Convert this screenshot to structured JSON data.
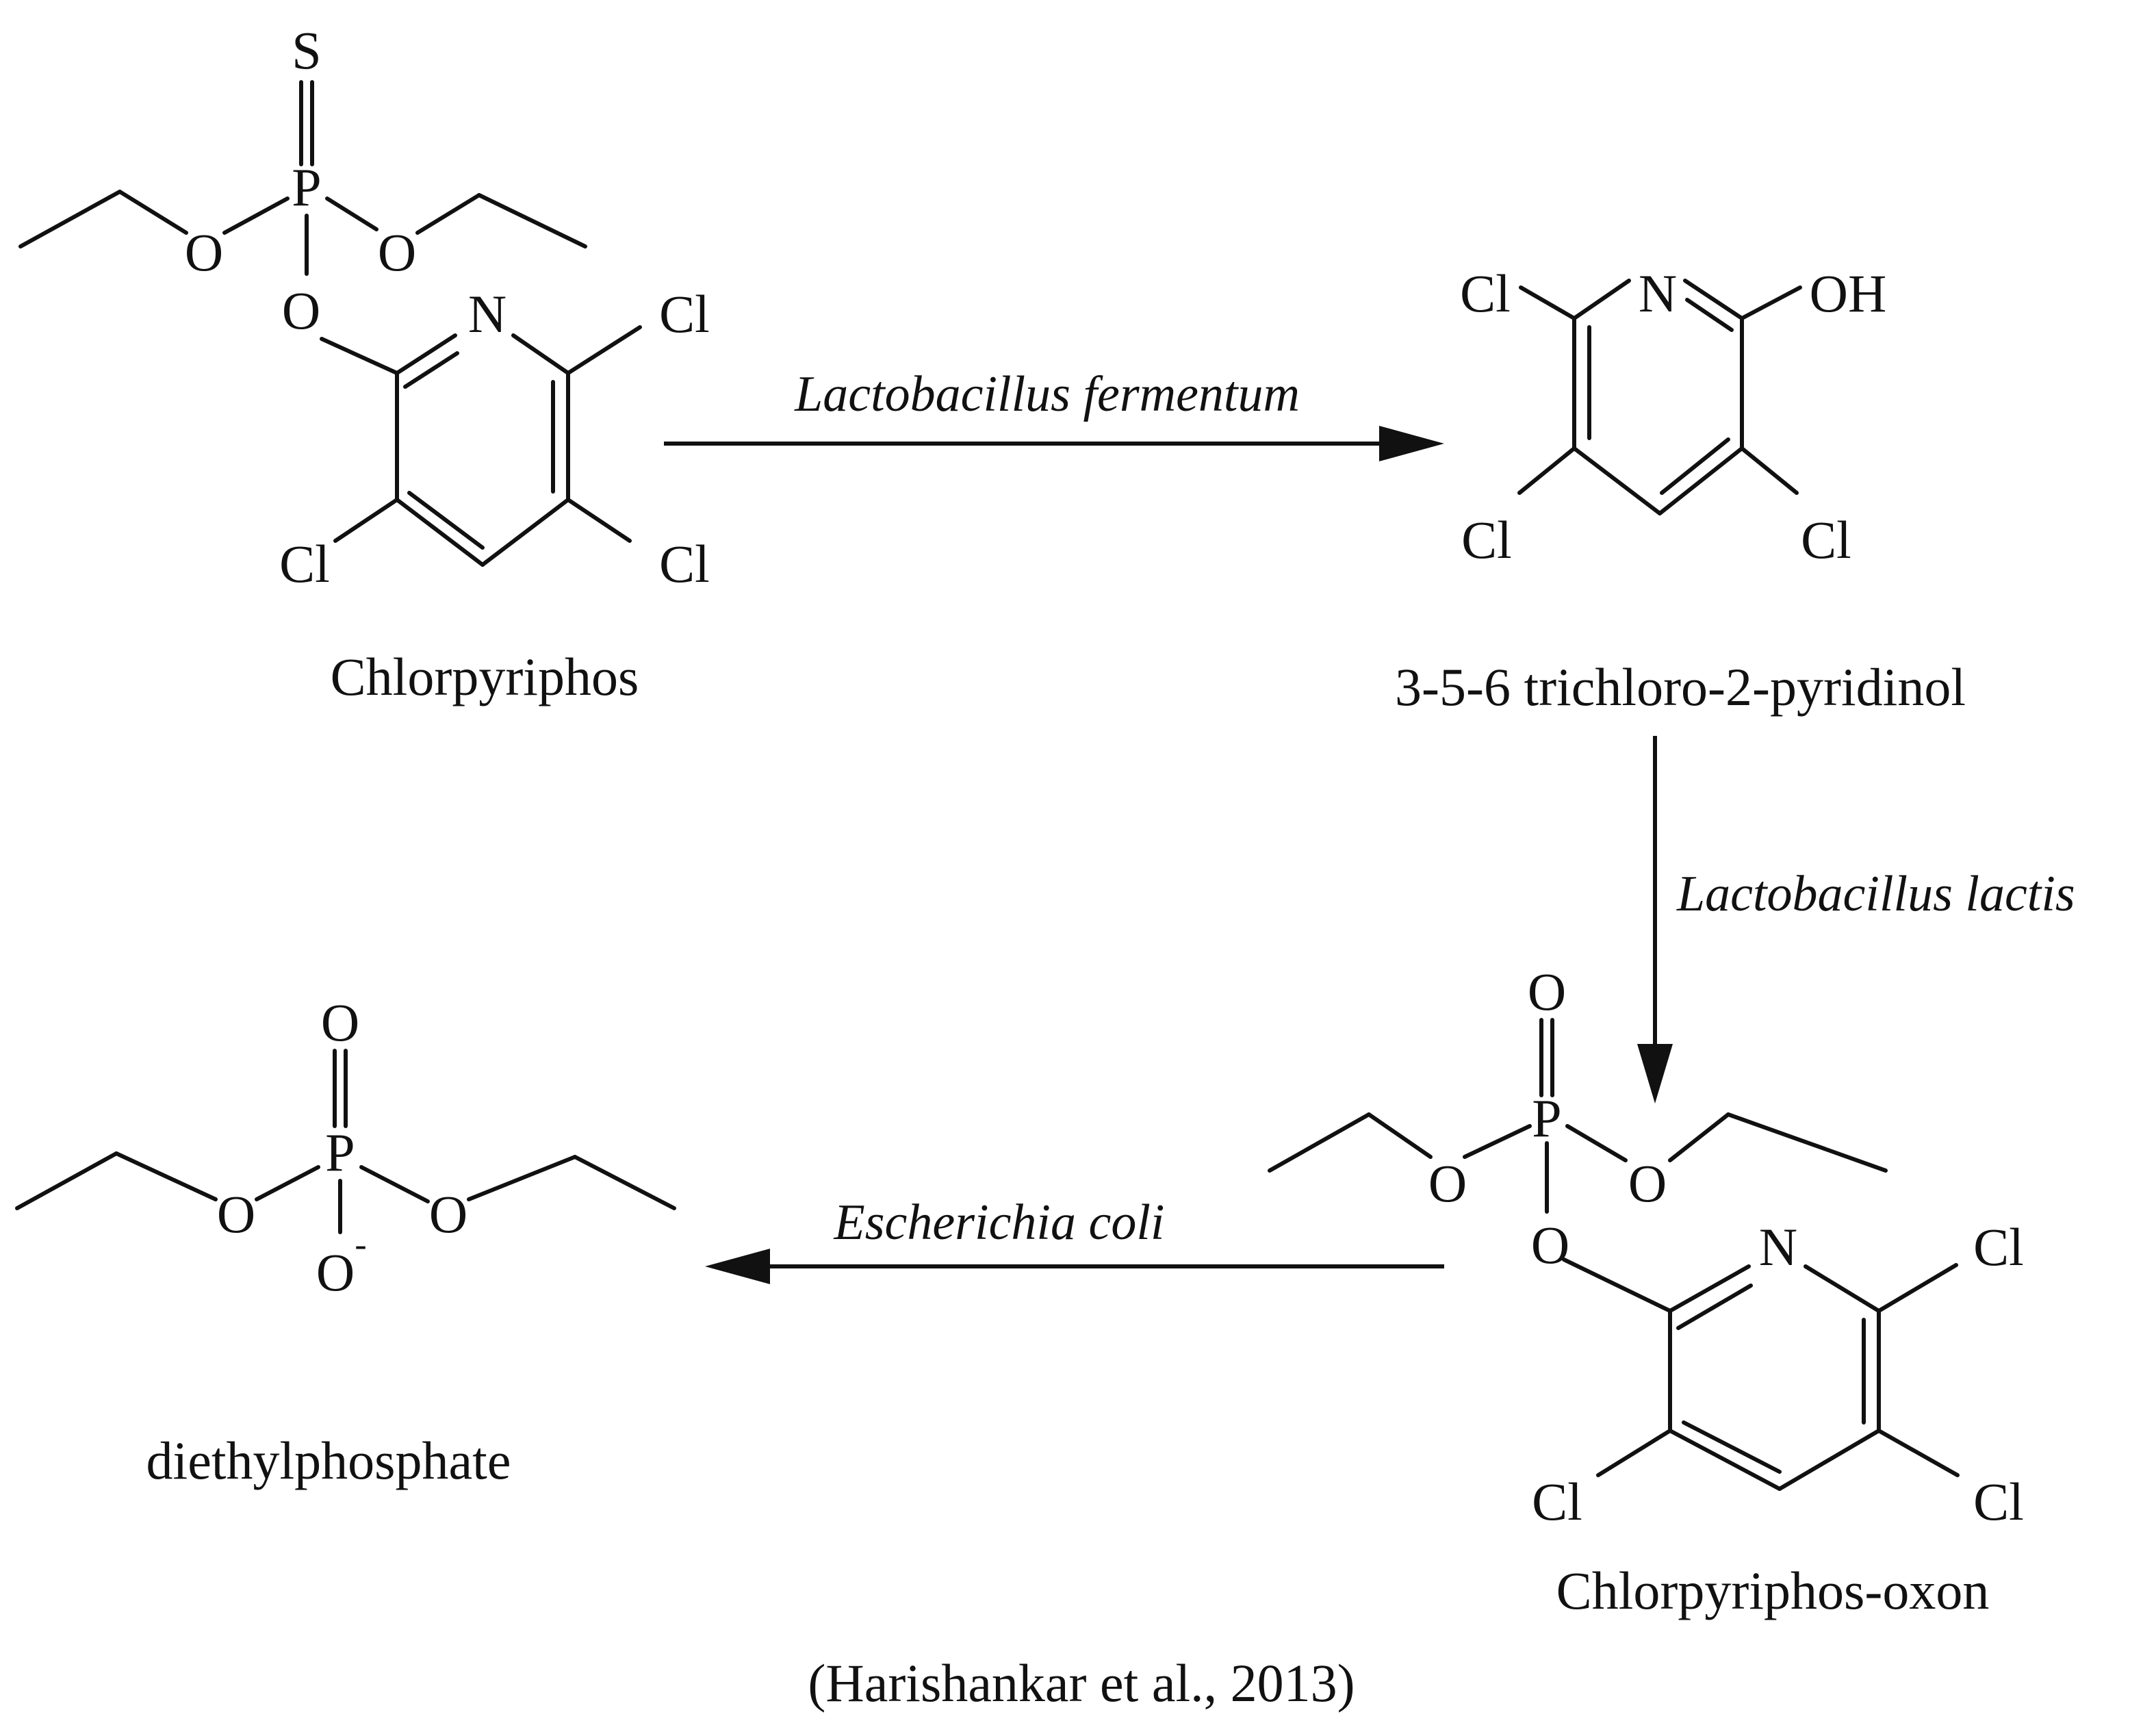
{
  "compounds": {
    "chlorpyriphos": {
      "name": "Chlorpyriphos",
      "atoms": {
        "s": "S",
        "p": "P",
        "o_left": "O",
        "o_right": "O",
        "o_ring": "O",
        "n": "N",
        "cl_6": "Cl",
        "cl_3": "Cl",
        "cl_5": "Cl"
      }
    },
    "tcp": {
      "name": "3-5-6 trichloro-2-pyridinol",
      "atoms": {
        "cl_6": "Cl",
        "n": "N",
        "oh": "OH",
        "cl_5": "Cl",
        "cl_3": "Cl"
      }
    },
    "oxon": {
      "name": "Chlorpyriphos-oxon",
      "atoms": {
        "o_top": "O",
        "p": "P",
        "o_left": "O",
        "o_right": "O",
        "o_ring": "O",
        "n": "N",
        "cl_6": "Cl",
        "cl_3": "Cl",
        "cl_5": "Cl"
      }
    },
    "dep": {
      "name": "diethylphosphate",
      "atoms": {
        "o_top": "O",
        "p": "P",
        "o_left": "O",
        "o_right": "O",
        "o_bottom": "O",
        "charge": "-"
      }
    }
  },
  "arrows": {
    "step1": {
      "organism": "Lactobacillus fermentum"
    },
    "step2": {
      "organism": "Lactobacillus lactis"
    },
    "step3": {
      "organism": "Escherichia coli"
    }
  },
  "citation": "(Harishankar et al., 2013)"
}
